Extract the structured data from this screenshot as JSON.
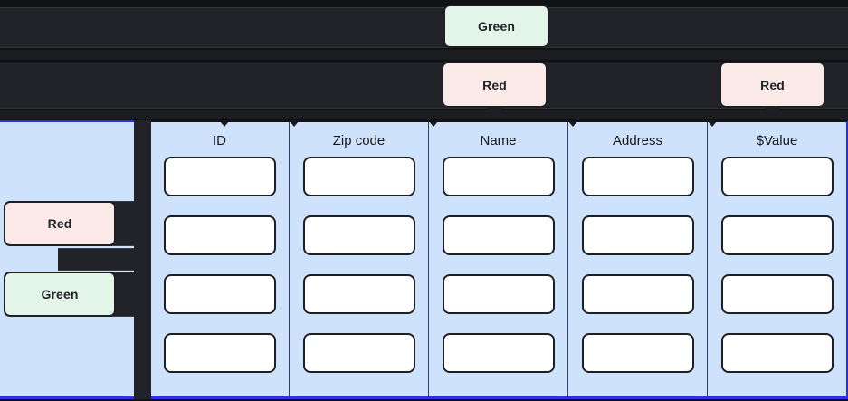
{
  "theme": {
    "dark_bar": "#212328",
    "page_bg": "#111216",
    "panel_blue": "#cfe2fb",
    "accent_blue": "#2b2fe8",
    "chip_green_bg": "#e3f4e8",
    "chip_red_bg": "#fbe9e7",
    "border_dark": "#1d1f24"
  },
  "top_markers": [
    {
      "label": "Green",
      "tone": "green"
    },
    {
      "label": "Red",
      "tone": "red"
    },
    {
      "label": "Red",
      "tone": "red"
    }
  ],
  "side_markers": [
    {
      "label": "Red",
      "tone": "red"
    },
    {
      "label": "Green",
      "tone": "green"
    }
  ],
  "table": {
    "columns": [
      {
        "header": "ID",
        "cells": [
          "",
          "",
          "",
          ""
        ]
      },
      {
        "header": "Zip code",
        "cells": [
          "",
          "",
          "",
          ""
        ]
      },
      {
        "header": "Name",
        "cells": [
          "",
          "",
          "",
          ""
        ]
      },
      {
        "header": "Address",
        "cells": [
          "",
          "",
          "",
          ""
        ]
      },
      {
        "header": "$Value",
        "cells": [
          "",
          "",
          "",
          ""
        ]
      }
    ],
    "row_count": 4
  }
}
